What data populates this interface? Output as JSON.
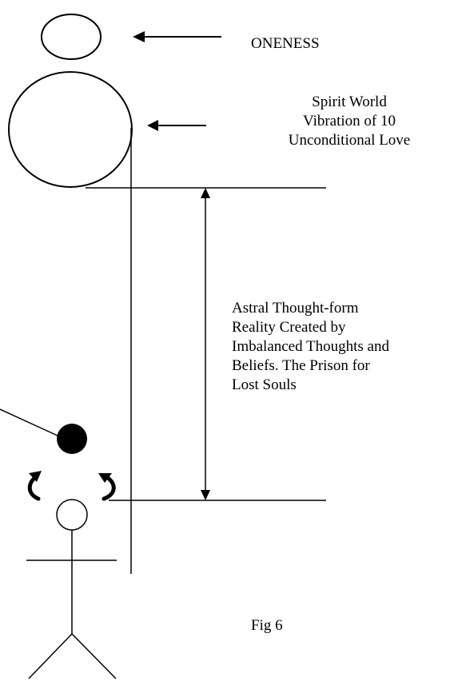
{
  "labels": {
    "oneness": "ONENESS",
    "spirit_world": [
      "Spirit World",
      "Vibration of 10",
      "Unconditional Love"
    ],
    "astral": [
      "Astral Thought-form",
      "Reality Created by",
      "Imbalanced Thoughts and",
      "Beliefs. The Prison for",
      "Lost Souls"
    ],
    "figure_caption": "Fig 6"
  },
  "colors": {
    "ink": "#000000",
    "background": "#ffffff"
  }
}
